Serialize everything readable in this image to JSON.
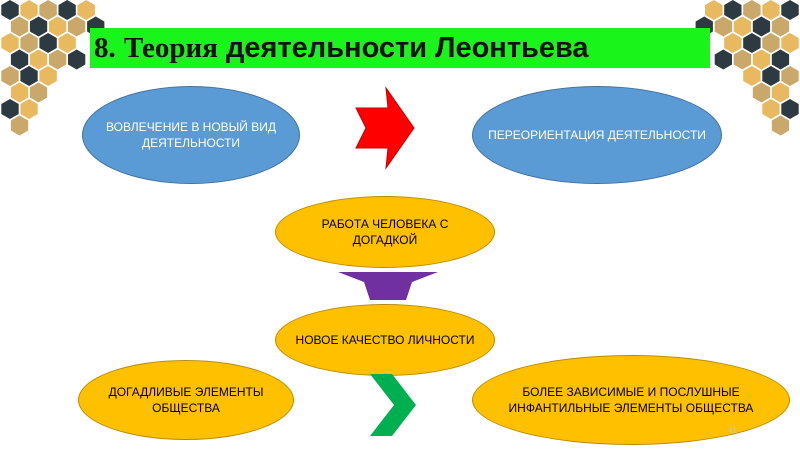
{
  "title": {
    "number": "8.",
    "text": "Теория деятельности Леонтьева"
  },
  "nodes": {
    "involvement": "ВОВЛЕЧЕНИЕ В НОВЫЙ ВИД ДЕЯТЕЛЬНОСТИ",
    "reorientation": "ПЕРЕОРИЕНТАЦИЯ ДЕЯТЕЛЬНОСТИ",
    "work": "РАБОТА ЧЕЛОВЕКА С ДОГАДКОЙ",
    "quality": "НОВОЕ КАЧЕСТВО ЛИЧНОСТИ",
    "guessing": "ДОГАДЛИВЫЕ ЭЛЕМЕНТЫ ОБЩЕСТВА",
    "dependent": "БОЛЕЕ ЗАВИСИМЫЕ И ПОСЛУШНЫЕ ИНФАНТИЛЬНЫЕ ЭЛЕМЕНТЫ ОБЩЕСТВА"
  },
  "page_number": "41",
  "colors": {
    "title_bg": "#19f51b",
    "blue_node": "#5b9bd5",
    "gold_node": "#ffc000",
    "red_arrow": "#ff0000",
    "purple_arrow": "#7030a0",
    "green_arrow": "#00b050"
  },
  "icons": {
    "arrow_right": "red-arrow-right-icon",
    "arrow_down": "purple-arrow-down-icon",
    "chevron": "green-chevron-right-icon",
    "decoration": "hexagon-pattern"
  }
}
